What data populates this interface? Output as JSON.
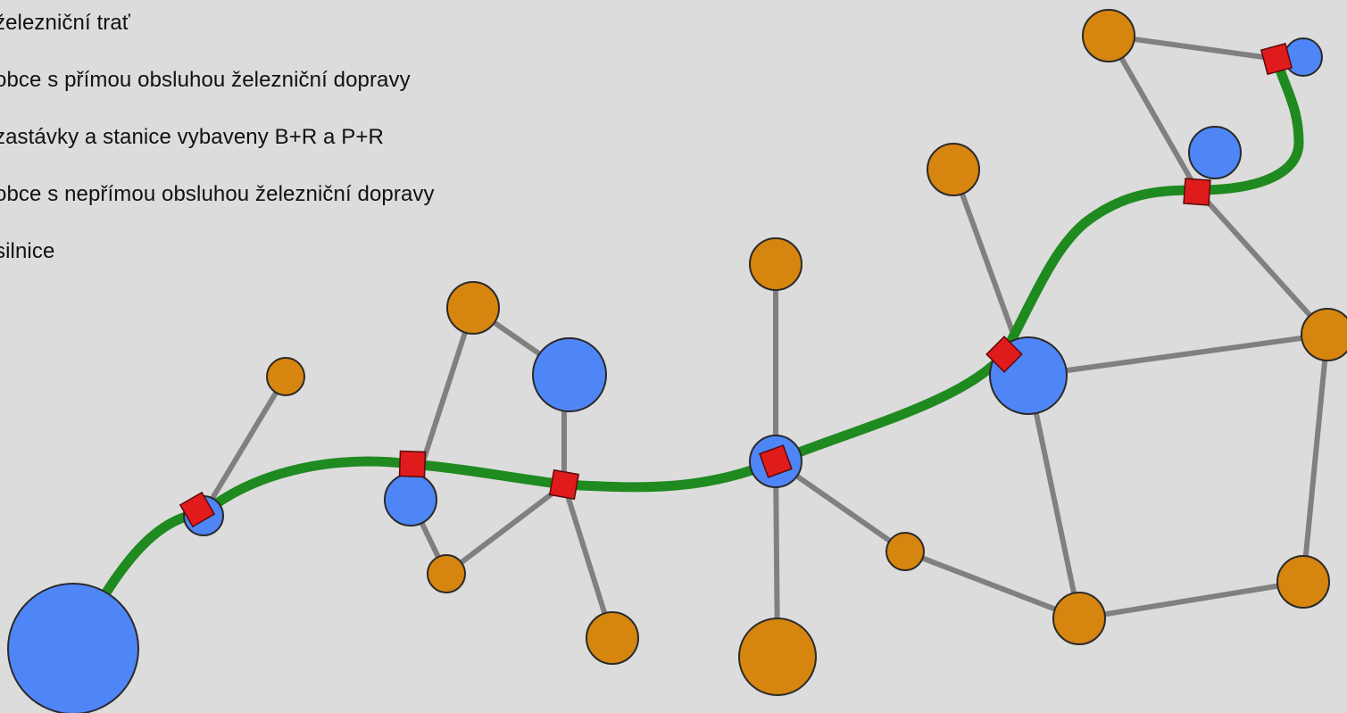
{
  "legend": {
    "items": [
      {
        "label": "železniční trať"
      },
      {
        "label": "obce s přímou obsluhou železniční dopravy"
      },
      {
        "label": "zastávky a stanice vybaveny B+R a P+R"
      },
      {
        "label": "obce s nepřímou obsluhou železniční dopravy"
      },
      {
        "label": "silnice"
      }
    ]
  },
  "colors": {
    "background": "#dcdcdc",
    "railway": "#1f8a1f",
    "direct_service_town": "#4f86f7",
    "indirect_service_town": "#d6850f",
    "station_br_pr": "#e01b1b",
    "road": "#808080",
    "outline": "#2a2a2a"
  }
}
